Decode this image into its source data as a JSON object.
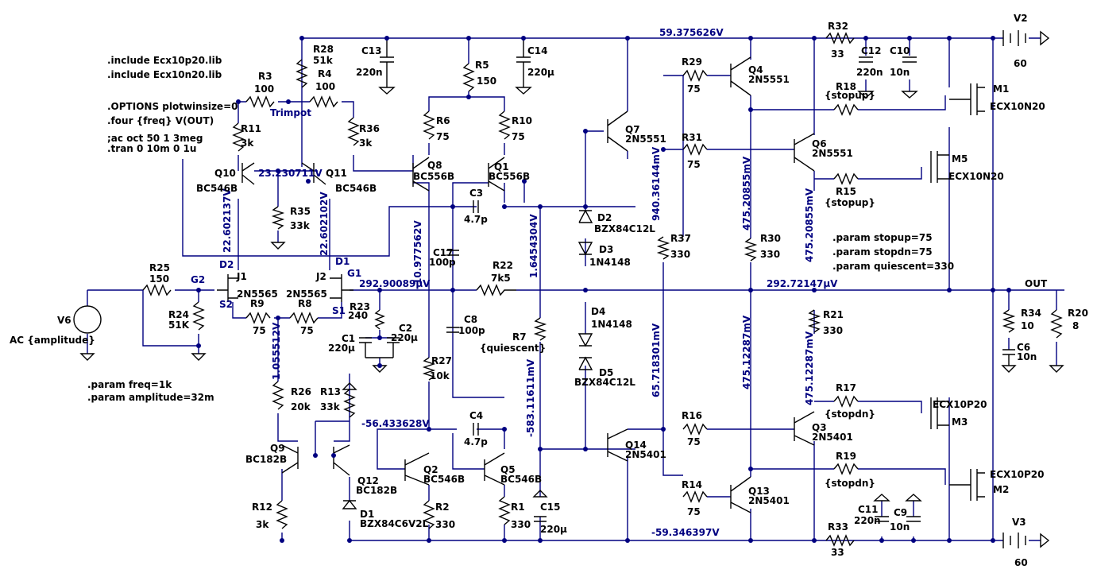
{
  "directives": {
    "inc1": ".include Ecx10p20.lib",
    "inc2": ".include Ecx10n20.lib",
    "options": ".OPTIONS plotwinsize=0",
    "four": ".four {freq} V(OUT)",
    "ac": ";ac oct 50 1 3meg",
    "tran": ".tran 0 10m 0 1u",
    "pfreq": ".param freq=1k",
    "pamp": ".param amplitude=32m",
    "pstopup": ".param stopup=75",
    "pstopdn": ".param stopdn=75",
    "pquiesc": ".param quiescent=330"
  },
  "voltages": {
    "vtop": "59.375626V",
    "vbot": "-59.346397V",
    "vq10": "23.230711V",
    "vq10c": "22.602137V",
    "vq11c": "22.602102V",
    "vq8": "10.977562V",
    "vq2": "-56.433628V",
    "vr7a": "1.6454304V",
    "vr7b": "-583.11611mV",
    "vq7": "940.36144mV",
    "vq4": "475.20855mV",
    "vq6": "475.20855mV",
    "vq14": "65.718301mV",
    "vq3": "475.12287mV",
    "vq13": "475.12287mV",
    "vj2": "292.90089µV",
    "vout": "292.72147µV",
    "vr9": "1.055512V"
  },
  "components": {
    "R3": "R3",
    "R3v": "100",
    "R28": "R28",
    "R28v": "51k",
    "R4": "R4",
    "R4v": "100",
    "trimpot": "Trimpot",
    "R11": "R11",
    "R11v": "3k",
    "R36": "R36",
    "R36v": "3k",
    "Q10": "Q10",
    "Q10v": "BC546B",
    "Q11": "Q11",
    "Q11v": "BC546B",
    "R35": "R35",
    "R35v": "33k",
    "C13": "C13",
    "C13v": "220n",
    "C14": "C14",
    "C14v": "220µ",
    "R5": "R5",
    "R5v": "150",
    "R6": "R6",
    "R6v": "75",
    "R10": "R10",
    "R10v": "75",
    "Q8": "Q8",
    "Q8v": "BC556B",
    "Q1": "Q1",
    "Q1v": "BC556B",
    "C3": "C3",
    "C3v": "4.7p",
    "C17": "C17",
    "C17v": "100p",
    "R22": "R22",
    "R22v": "7k5",
    "C8": "C8",
    "C8v": "100p",
    "R7": "R7",
    "R7v": "{quiescent}",
    "R27": "R27",
    "R27v": "10k",
    "C4": "C4",
    "C4v": "4.7p",
    "Q2": "Q2",
    "Q2v": "BC546B",
    "Q5": "Q5",
    "Q5v": "BC546B",
    "R2": "R2",
    "R2v": "330",
    "R1": "R1",
    "R1v": "330",
    "C15": "C15",
    "C15v": "220µ",
    "D2": "D2",
    "D2v": "BZX84C12L",
    "D3": "D3",
    "D3v": "1N4148",
    "D4": "D4",
    "D4v": "1N4148",
    "D5": "D5",
    "D5v": "BZX84C12L",
    "Q7": "Q7",
    "Q7v": "2N5551",
    "Q14": "Q14",
    "Q14v": "2N5401",
    "R37": "R37",
    "R37v": "330",
    "R30": "R30",
    "R30v": "330",
    "R29": "R29",
    "R29v": "75",
    "Q4": "Q4",
    "Q4v": "2N5551",
    "R31": "R31",
    "R31v": "75",
    "Q6": "Q6",
    "Q6v": "2N5551",
    "R16": "R16",
    "R16v": "75",
    "Q3": "Q3",
    "Q3v": "2N5401",
    "R14": "R14",
    "R14v": "75",
    "Q13": "Q13",
    "Q13v": "2N5401",
    "R32": "R32",
    "R32v": "33",
    "R33": "R33",
    "R33v": "33",
    "C12": "C12",
    "C12v": "220n",
    "C10": "C10",
    "C10v": "10n",
    "C11": "C11",
    "C11v": "220n",
    "C9": "C9",
    "C9v": "10n",
    "R18": "R18",
    "R18v": "{stopup}",
    "R15": "R15",
    "R15v": "{stopup}",
    "R17": "R17",
    "R17v": "{stopdn}",
    "R19": "R19",
    "R19v": "{stopdn}",
    "R21": "R21",
    "R21v": "330",
    "M1": "M1",
    "M1v": "ECX10N20",
    "M5": "M5",
    "M5v": "ECX10N20",
    "M3": "M3",
    "M3v": "ECX10P20",
    "M2": "M2",
    "M2v": "ECX10P20",
    "V2": "V2",
    "V2v": "60",
    "V3": "V3",
    "V3v": "60",
    "R34": "R34",
    "R34v": "10",
    "C6": "C6",
    "C6v": "10n",
    "R20": "R20",
    "R20v": "8",
    "out": "OUT",
    "R25": "R25",
    "R25v": "150",
    "R24": "R24",
    "R24v": "51K",
    "V6": "V6",
    "V6v": "AC {amplitude}",
    "J1": "J1",
    "J1v": "2N5565",
    "J2": "J2",
    "J2v": "2N5565",
    "R9": "R9",
    "R9v": "75",
    "R8": "R8",
    "R8v": "75",
    "R23": "R23",
    "R23v": "240",
    "C1": "C1",
    "C1v": "220µ",
    "C2": "C2",
    "C2v": "220µ",
    "R26": "R26",
    "R26v": "20k",
    "R13": "R13",
    "R13v": "33k",
    "Q9": "Q9",
    "Q9v": "BC182B",
    "Q12": "Q12",
    "Q12v": "BC182B",
    "R12": "R12",
    "R12v": "3k",
    "D1": "D1",
    "D1v": "BZX84C6V2L"
  },
  "pins": {
    "G2": "G2",
    "D2": "D2",
    "S2": "S2",
    "D1": "D1",
    "G1": "G1",
    "S1": "S1"
  }
}
